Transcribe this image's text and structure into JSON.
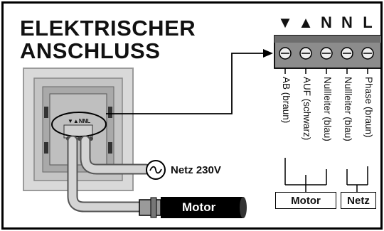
{
  "title": {
    "line1": "ELEKTRISCHER",
    "line2": "ANSCHLUSS"
  },
  "terminal_symbols": [
    "▼",
    "▲",
    "N",
    "N",
    "L"
  ],
  "switch_terminal_label": "▼▲NNL",
  "wire_labels": [
    "AB (braun)",
    "AUF (schwarz)",
    "Nullleiter (blau)",
    "Nullleiter (blau)",
    "Phase (braun)"
  ],
  "groups": {
    "motor": "Motor",
    "netz": "Netz"
  },
  "cable_labels": {
    "netz": "Netz 230V",
    "motor": "Motor"
  },
  "colors": {
    "frame": "#000000",
    "plate": "#d9d9d9",
    "plate_inner": "#a9a9a9",
    "terminal_block": "#8c8c8c",
    "cable": "#bdbdbd",
    "motor_body": "#000000"
  },
  "icons": {
    "terminal_screw": "screw-icon",
    "netz_plug": "plug-circle-icon"
  }
}
